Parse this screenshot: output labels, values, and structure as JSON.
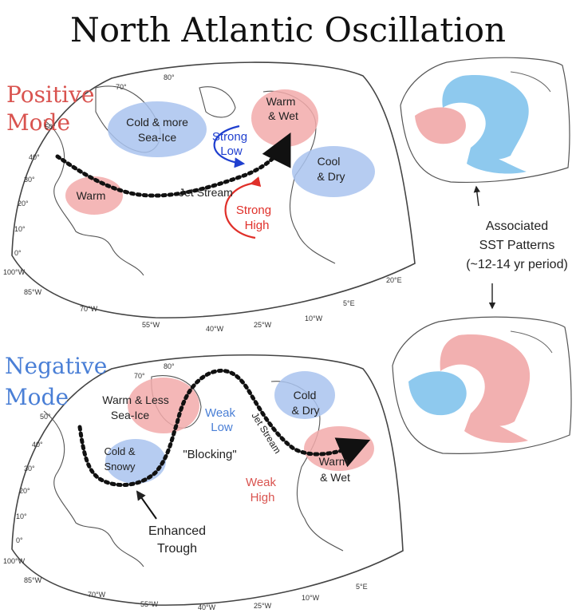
{
  "title": "North Atlantic Oscillation",
  "colors": {
    "positive": "#d9534f",
    "negative": "#4a7fd6",
    "warm_fill": "#f2aaaa",
    "cold_fill": "#a9c3ee",
    "sst_cold": "#8ec9ee",
    "sst_warm": "#f2b0b0",
    "strong_low": "#1f3fcf",
    "strong_high": "#e0302a",
    "ink": "#222222"
  },
  "icons": {
    "jet_stream": "dotted-arrow",
    "circulation": "curved-arrow"
  },
  "positive": {
    "mode_line1": "Positive",
    "mode_line2": "Mode",
    "cold_sea_ice_1": "Cold & more",
    "cold_sea_ice_2": "Sea-Ice",
    "warm_wet_1": "Warm",
    "warm_wet_2": "& Wet",
    "strong_low_1": "Strong",
    "strong_low_2": "Low",
    "cool_dry_1": "Cool",
    "cool_dry_2": "& Dry",
    "warm": "Warm",
    "jet_stream": "Jet Stream",
    "strong_high_1": "Strong",
    "strong_high_2": "High",
    "lat_labels": [
      "80°",
      "70°",
      "50°",
      "40°",
      "30°",
      "20°",
      "10°",
      "0°"
    ],
    "lon_labels": [
      "100°W",
      "85°W",
      "70°W",
      "55°W",
      "40°W",
      "25°W",
      "10°W",
      "5°E",
      "20°E"
    ]
  },
  "negative": {
    "mode_line1": "Negative",
    "mode_line2": "Mode",
    "warm_less_ice_1": "Warm & Less",
    "warm_less_ice_2": "Sea-Ice",
    "weak_low_1": "Weak",
    "weak_low_2": "Low",
    "cold_dry_1": "Cold",
    "cold_dry_2": "& Dry",
    "jet_stream": "Jet Stream",
    "cold_snowy_1": "Cold &",
    "cold_snowy_2": "Snowy",
    "blocking": "\"Blocking\"",
    "warm_wet_1": "Warm",
    "warm_wet_2": "& Wet",
    "weak_high_1": "Weak",
    "weak_high_2": "High",
    "enhanced_1": "Enhanced",
    "enhanced_2": "Trough",
    "lat_labels": [
      "80°",
      "70°",
      "50°",
      "40°",
      "30°",
      "20°",
      "10°",
      "0°"
    ],
    "lon_labels": [
      "100°W",
      "85°W",
      "70°W",
      "55°W",
      "40°W",
      "25°W",
      "10°W",
      "5°E"
    ]
  },
  "sst": {
    "label_1": "Associated",
    "label_2": "SST Patterns",
    "label_3": "(~12-14 yr period)"
  }
}
